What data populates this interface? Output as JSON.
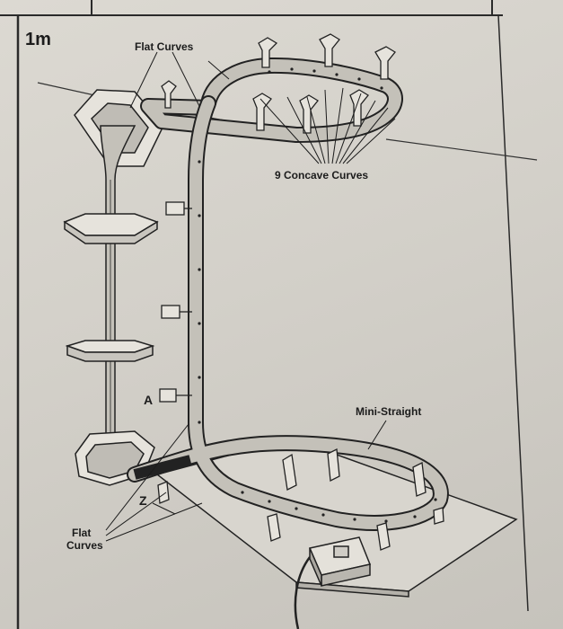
{
  "step_label": "1m",
  "labels": {
    "flat_curves_top": "Flat Curves",
    "concave_curves": "9 Concave Curves",
    "mini_straight": "Mini-Straight",
    "marker_a": "A",
    "marker_z": "Z",
    "flat_curves_bottom_line1": "Flat",
    "flat_curves_bottom_line2": "Curves"
  },
  "colors": {
    "paper": "#d6d3cc",
    "ink": "#1c1c1c",
    "track_fill": "#c4c1b9"
  }
}
